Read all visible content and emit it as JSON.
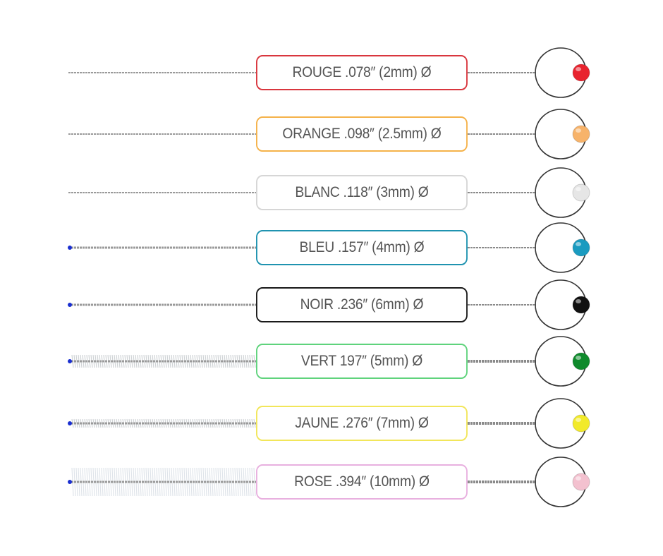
{
  "brushes": [
    {
      "label": "ROUGE .078″ (2mm) Ø",
      "border_color": "#d9363e",
      "bead_color": "#e8232e"
    },
    {
      "label": "ORANGE .098″ (2.5mm) Ø",
      "border_color": "#f5b24a",
      "bead_color": "#f7b36a"
    },
    {
      "label": "BLANC .118″ (3mm) Ø",
      "border_color": "#d6d6d6",
      "bead_color": "#e6e6e6"
    },
    {
      "label": "BLEU .157″ (4mm) Ø",
      "border_color": "#1f93b0",
      "bead_color": "#1a9bc0"
    },
    {
      "label": "NOIR .236″ (6mm) Ø",
      "border_color": "#1a1a1a",
      "bead_color": "#111111"
    },
    {
      "label": "VERT  197″ (5mm) Ø",
      "border_color": "#5fd37c",
      "bead_color": "#0f8a2c"
    },
    {
      "label": "JAUNE .276″ (7mm) Ø",
      "border_color": "#f2e65a",
      "bead_color": "#f2ea2a"
    },
    {
      "label": "ROSE .394″ (10mm) Ø",
      "border_color": "#e8b0df",
      "bead_color": "#f3c1cf"
    }
  ]
}
